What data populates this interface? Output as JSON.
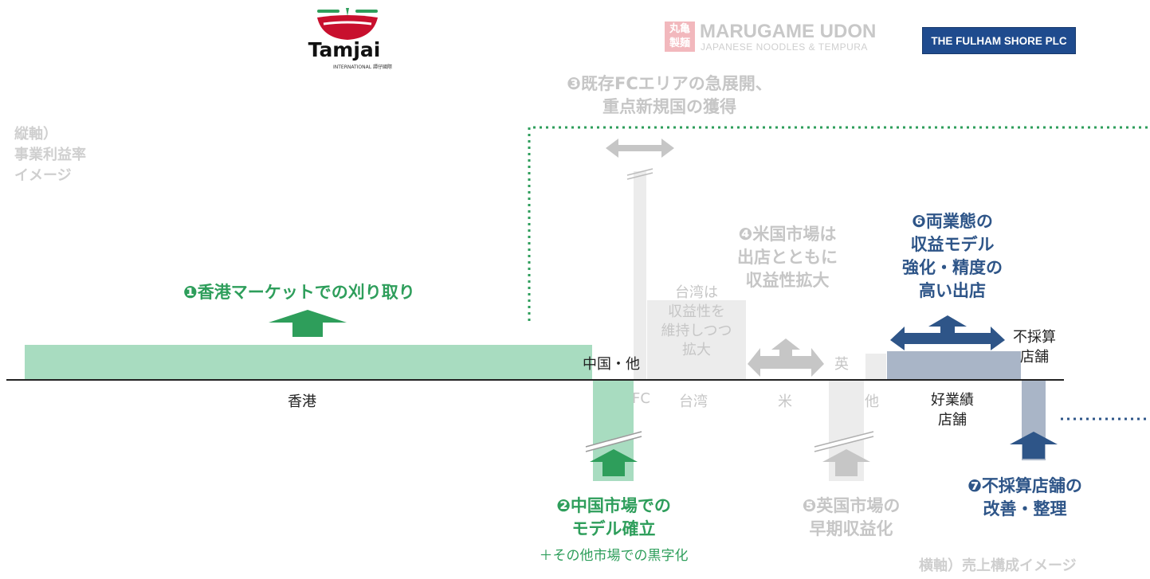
{
  "logos": {
    "tamjai": {
      "name": "Tamjai",
      "sub": "INTERNATIONAL 譚仔國際"
    },
    "marugame": {
      "name": "MARUGAME UDON",
      "sub": "JAPANESE NOODLES & TEMPURA",
      "badge": "丸亀製麺"
    },
    "fulham": {
      "name": "THE FULHAM SHORE PLC"
    }
  },
  "axes": {
    "y_label": "縦軸）\n事業利益率\nイメージ",
    "x_label": "横軸）売上構成イメージ"
  },
  "segments": {
    "hongkong": "香港",
    "china_other": "中国・他",
    "fc": "FC",
    "taiwan": "台湾",
    "taiwan_note": "台湾は\n収益性を\n維持しつつ\n拡大",
    "us": "米",
    "uk": "英",
    "other": "他",
    "good_stores": "好業績\n店舗",
    "unprofitable_stores": "不採算\n店舗"
  },
  "strategies": {
    "s1": "❶香港マーケットでの刈り取り",
    "s2": "❷中国市場での\nモデル確立",
    "s2_sub": "＋その他市場での黒字化",
    "s3": "❸既存FCエリアの急展開、\n重点新規国の獲得",
    "s4": "❹米国市場は\n出店とともに\n収益性拡大",
    "s5": "❺英国市場の\n早期収益化",
    "s6": "❻両業態の\n収益モデル\n強化・精度の\n高い出店",
    "s7": "❼不採算店舗の\n改善・整理"
  },
  "colors": {
    "green": "#2e9e5b",
    "light_green": "#a8dcc0",
    "navy": "#2e5588",
    "steel": "#a9b5c7",
    "grey": "#c6c6c6",
    "light_grey": "#ececec",
    "tamjai_red": "#c8102e",
    "fulham_blue": "#1f4b8e"
  }
}
